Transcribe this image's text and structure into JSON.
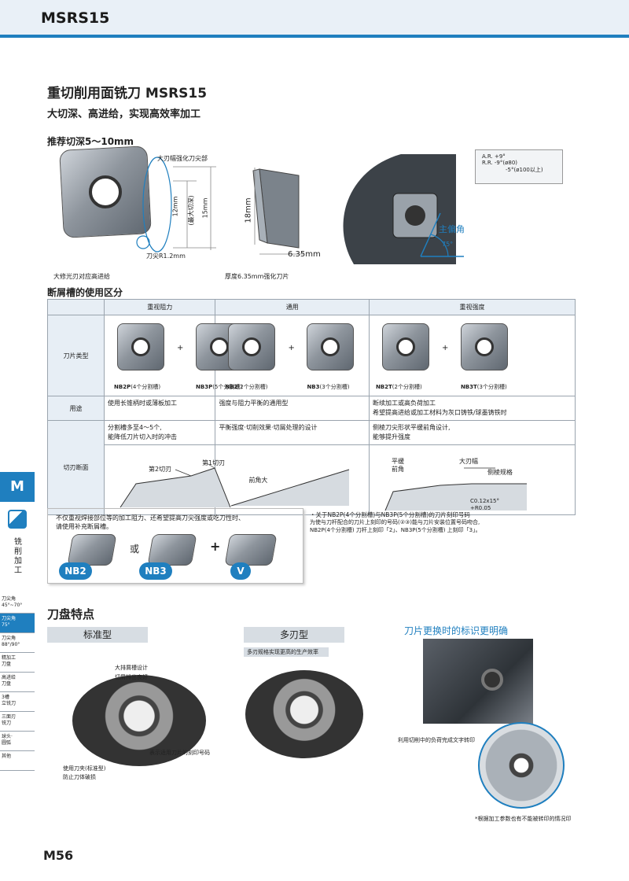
{
  "header": {
    "title": "MSRS15"
  },
  "page": {
    "title": "重切削用面铣刀 MSRS15",
    "subtitle": "大切深、高进给，实现高效率加工",
    "depth_label": "推荐切深5～10mm"
  },
  "diagram": {
    "callout_corner": "大刃幅强化刀尖部",
    "callout_wiper": "大修光刃对应高进给",
    "nose_radius": "刀尖R1.2mm",
    "dim_12": "12mm",
    "dim_max_depth": "(最大切深)",
    "dim_15": "15mm",
    "dim_18": "18mm",
    "dim_635": "6.35mm",
    "thickness_note": "厚度6.35mm强化刀片",
    "angles": [
      "A.R. +9°",
      "R.R. -9°(ø80)",
      "-5°(ø100以上)"
    ],
    "main_angle_label": "主偏角",
    "angle_75": "75°"
  },
  "chipbreaker": {
    "section_title": "断屑槽的使用区分",
    "columns": [
      "重视阻力",
      "通用",
      "重视强度"
    ],
    "row_labels": [
      "刀片类型",
      "用途",
      "切刃断面"
    ],
    "inserts": [
      {
        "a": "NB2P",
        "a_note": "(4个分割槽)",
        "b": "NB3P",
        "b_note": "(5个分割槽)"
      },
      {
        "a": "NB2",
        "a_note": "(2个分割槽)",
        "b": "NB3",
        "b_note": "(3个分割槽)"
      },
      {
        "a": "NB2T",
        "a_note": "(2个分割槽)",
        "b": "NB3T",
        "b_note": "(3个分割槽)"
      }
    ],
    "plus": "+",
    "usage": [
      "使用长锥柄时或薄板加工",
      "强度与阻力平衡的通用型",
      "断续加工或高负荷加工",
      "希望提高进给或加工材料为灰口铸铁/球墨铸铁时"
    ],
    "section_desc": [
      "分割槽多至4～5个,",
      "能降低刀片切入时的冲击",
      "平衡强度·切削效果·切屑处理的设计",
      "侧棱刀尖形状平缓前角设计,",
      "能够提升强度"
    ],
    "profile_labels": {
      "second_edge": "第2切刃",
      "first_edge": "第1切刃",
      "rake_large": "前角大",
      "gentle_rake_1": "平缓",
      "gentle_rake_2": "前角",
      "wide_edge": "大刃幅",
      "land": "侧棱规格",
      "chamfer": "C0.12x15°",
      "hone": "+R0.05"
    }
  },
  "sidebar": {
    "tab": "M",
    "vertical_label": "铣削加工",
    "items": [
      {
        "line1": "刀尖角",
        "line2": "45°~70°"
      },
      {
        "line1": "刀尖角",
        "line2": "75°"
      },
      {
        "line1": "刀尖角",
        "line2": "88°/90°"
      },
      {
        "line1": "精加工",
        "line2": "刀盘"
      },
      {
        "line1": "高进给",
        "line2": "刀盘"
      },
      {
        "line1": "3槽",
        "line2": "立铣刀"
      },
      {
        "line1": "三面刃",
        "line2": "铣刀"
      },
      {
        "line1": "球头·",
        "line2": "圆弧"
      },
      {
        "line1": "其他",
        "line2": ""
      }
    ]
  },
  "note": {
    "line1": "不仅重视焊接部位等的加工阻力、还希望提高刀尖强度或吃刀性时、",
    "line2": "请使用补充断屑槽。",
    "or": "或",
    "plus": "+",
    "badges": [
      "NB2",
      "NB3",
      "V"
    ],
    "right_lines": [
      "・关于NB2P(4个分割槽)与NB3P(5个分割槽)的刀片刻印号码",
      "为使与刀杆配合的刀片上刻印的号码(②③)能与刀片安装位置号码吻合,",
      "NB2P(4个分割槽) 刀杆上刻印「2」、NB3P(5个分割槽) 上刻印「3」。"
    ]
  },
  "features": {
    "title": "刀盘特点",
    "standard": "标准型",
    "multi": "多刃型",
    "multi_note": "多刃规格实现更高的生产效率",
    "callout_chip_1": "大排屑槽设计",
    "callout_chip_2": "切屑排出良好",
    "callout_mark": "表示适用刀片的刻印号码",
    "callout_clamp_1": "使用刀夹(标准型)",
    "callout_clamp_2": "防止刀体破损",
    "id_title": "刀片更换时的标识更明确",
    "id_note": "利用切削中的负荷完成文字转印",
    "footnote": "*根据加工参数也有不能被转印的情况印"
  },
  "footer": {
    "page": "M56"
  },
  "colors": {
    "accent": "#1f7fbf",
    "header_bg": "#e9f0f7",
    "table_head": "#e7eef5"
  }
}
